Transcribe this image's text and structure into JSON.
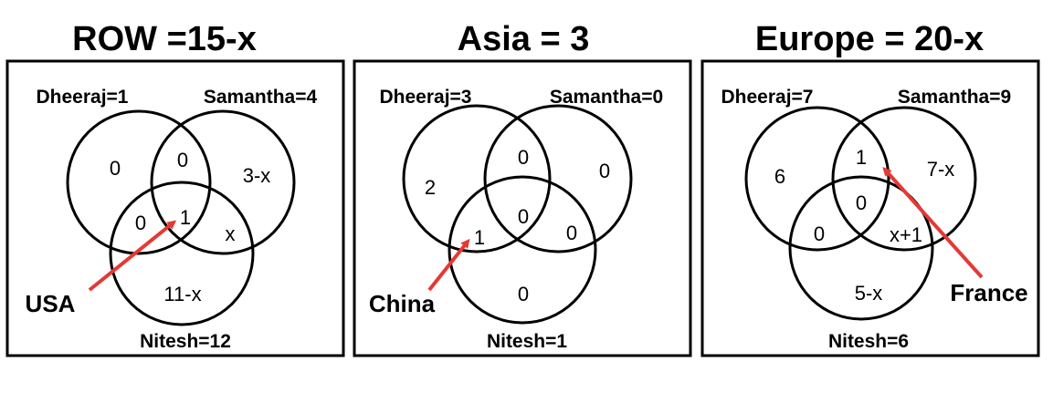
{
  "panels": [
    {
      "title": "ROW =15-x",
      "labels": {
        "a": "Dheeraj=1",
        "b": "Samantha=4",
        "c": "Nitesh=12"
      },
      "regions": {
        "a_only": "0",
        "ab": "0",
        "b_only": "3-x",
        "ac": "0",
        "abc": "1",
        "bc": "x",
        "c_only": "11-x"
      },
      "callout": "USA"
    },
    {
      "title": "Asia = 3",
      "labels": {
        "a": "Dheeraj=3",
        "b": "Samantha=0",
        "c": "Nitesh=1"
      },
      "regions": {
        "a_only": "2",
        "ab": "0",
        "b_only": "0",
        "ac": "1",
        "abc": "0",
        "bc": "0",
        "c_only": "0"
      },
      "callout": "China"
    },
    {
      "title": "Europe = 20-x",
      "labels": {
        "a": "Dheeraj=7",
        "b": "Samantha=9",
        "c": "Nitesh=6"
      },
      "regions": {
        "a_only": "6",
        "ab": "1",
        "b_only": "7-x",
        "ac": "0",
        "abc": "0",
        "bc": "x+1",
        "c_only": "5-x"
      },
      "callout": "France"
    }
  ],
  "colors": {
    "arrow": "#e53935",
    "stroke": "#000000"
  }
}
